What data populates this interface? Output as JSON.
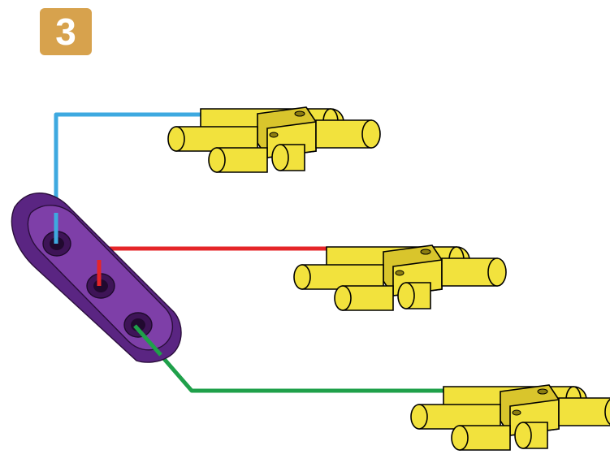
{
  "step": {
    "number": "3",
    "badge_color": "#D7A24D"
  },
  "parts": {
    "beam": {
      "icon": "three-hole-beam",
      "color": "#7E3FA8",
      "holes": 3
    },
    "connector": {
      "icon": "axle-pin-connector",
      "color": "#F2E23D",
      "count": 3
    }
  },
  "assignments": [
    {
      "hole": 1,
      "connector": 1,
      "line_color": "#3EA9E0"
    },
    {
      "hole": 2,
      "connector": 2,
      "line_color": "#E52528"
    },
    {
      "hole": 3,
      "connector": 3,
      "line_color": "#1FA04A"
    }
  ]
}
